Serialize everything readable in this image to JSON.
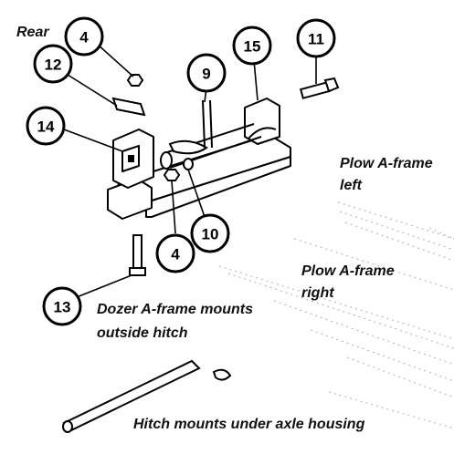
{
  "labels": {
    "rear": "Rear",
    "plow_left_line1": "Plow A-frame",
    "plow_left_line2": "left",
    "plow_right_line1": "Plow A-frame",
    "plow_right_line2": "right",
    "dozer_line1": "Dozer A-frame mounts",
    "dozer_line2": "outside hitch",
    "hitch": "Hitch mounts under axle housing"
  },
  "callouts": {
    "c4_top": "4",
    "c12": "12",
    "c14": "14",
    "c9": "9",
    "c15": "15",
    "c11": "11",
    "c4_bottom": "4",
    "c10": "10",
    "c13": "13"
  }
}
